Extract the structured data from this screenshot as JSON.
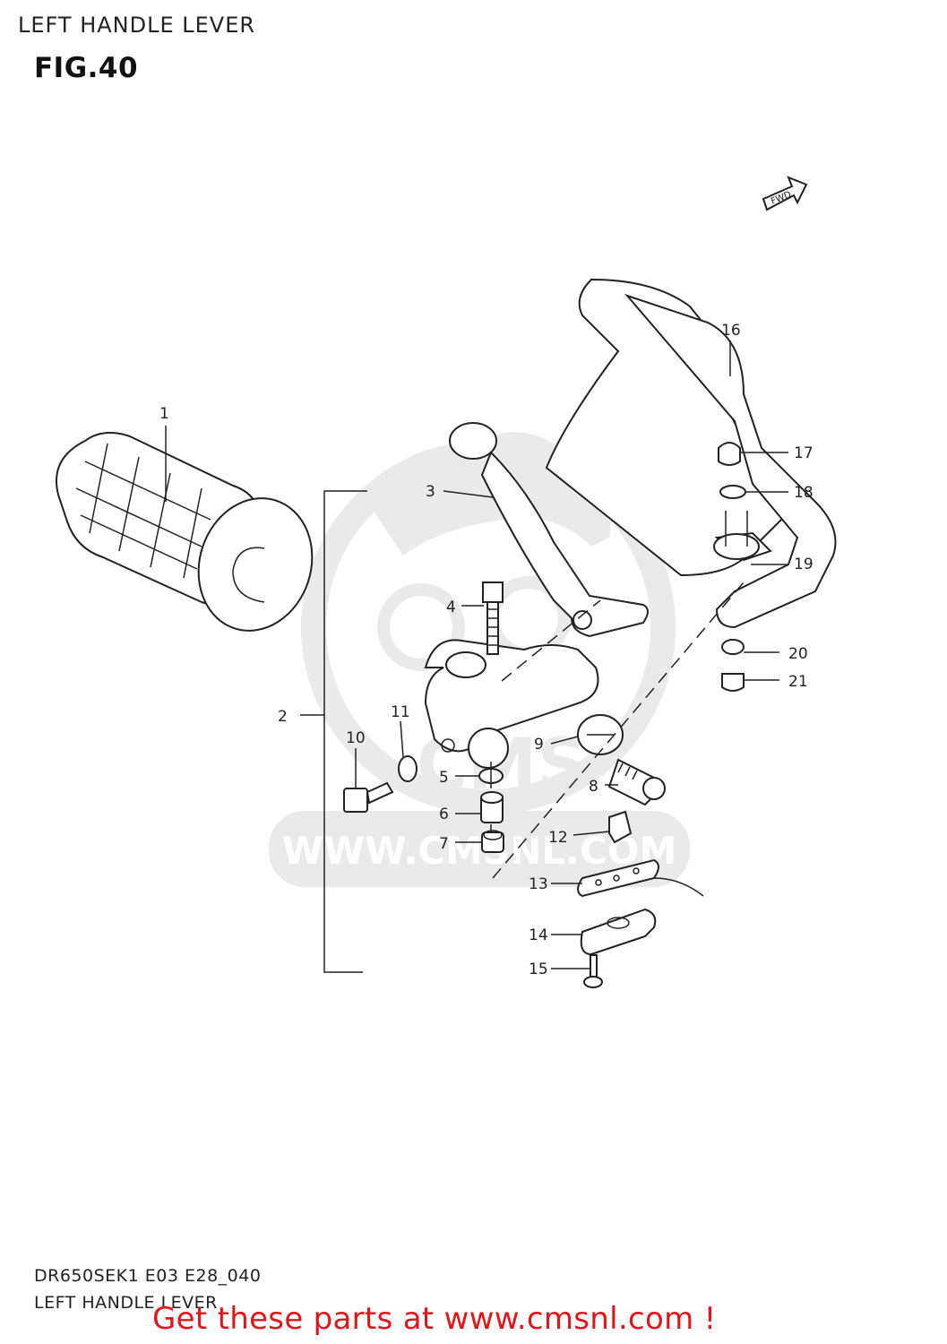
{
  "header": {
    "title": "LEFT HANDLE LEVER"
  },
  "figure": {
    "label": "FIG.40",
    "fwd_marker": "FWD"
  },
  "callouts": [
    "1",
    "2",
    "3",
    "4",
    "5",
    "6",
    "7",
    "8",
    "9",
    "10",
    "11",
    "12",
    "13",
    "14",
    "15",
    "16",
    "17",
    "18",
    "19",
    "20",
    "21"
  ],
  "watermark": {
    "url_text": "WWW.CMSNL.COM",
    "logo_text": "CMS"
  },
  "footer": {
    "code": "DR650SEK1 E03 E28_040",
    "title": "LEFT HANDLE LEVER",
    "cta": "Get these parts at www.cmsnl.com !"
  },
  "colors": {
    "line": "#222222",
    "cta": "#e0161b",
    "watermark": "#d9d9d9"
  }
}
